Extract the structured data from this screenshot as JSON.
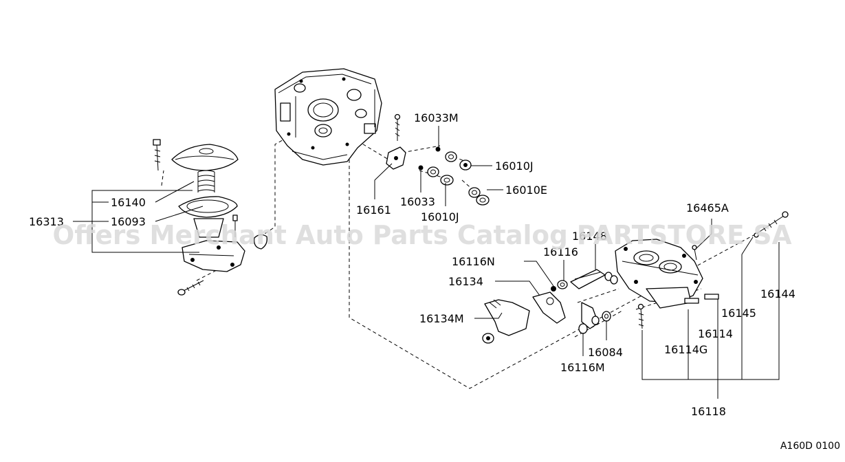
{
  "watermark": "Offers Merchant Auto Parts Catalog PARTSTORE SA",
  "diagram_code": "A160D 0100",
  "labels": {
    "p16033M": "16033M",
    "p16010J_top": "16010J",
    "p16010E": "16010E",
    "p16161": "16161",
    "p16033": "16033",
    "p16010J_bottom": "16010J",
    "p16140": "16140",
    "p16313": "16313",
    "p16093": "16093",
    "p16465A": "16465A",
    "p16148": "16148",
    "p16116": "16116",
    "p16116N": "16116N",
    "p16134": "16134",
    "p16134M": "16134M",
    "p16144": "16144",
    "p16145": "16145",
    "p16114": "16114",
    "p16114G": "16114G",
    "p16084": "16084",
    "p16116M": "16116M",
    "p16118": "16118"
  }
}
